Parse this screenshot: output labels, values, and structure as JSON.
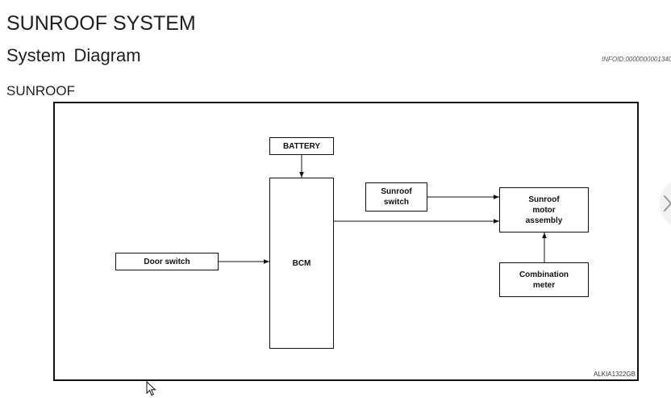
{
  "document": {
    "title": "SUNROOF SYSTEM",
    "section": "System Diagram",
    "info_id": "INFOID:0000000001340",
    "subsection": "SUNROOF"
  },
  "diagram": {
    "blocks": {
      "battery": "BATTERY",
      "bcm": "BCM",
      "door_switch": "Door switch",
      "sunroof_switch": "Sunroof\nswitch",
      "motor_assembly": "Sunroof\nmotor\nassembly",
      "combination_meter": "Combination\nmeter"
    },
    "figure_code": "ALKIA1322GB"
  },
  "navigation": {
    "next_icon": "chevron-right-icon"
  }
}
